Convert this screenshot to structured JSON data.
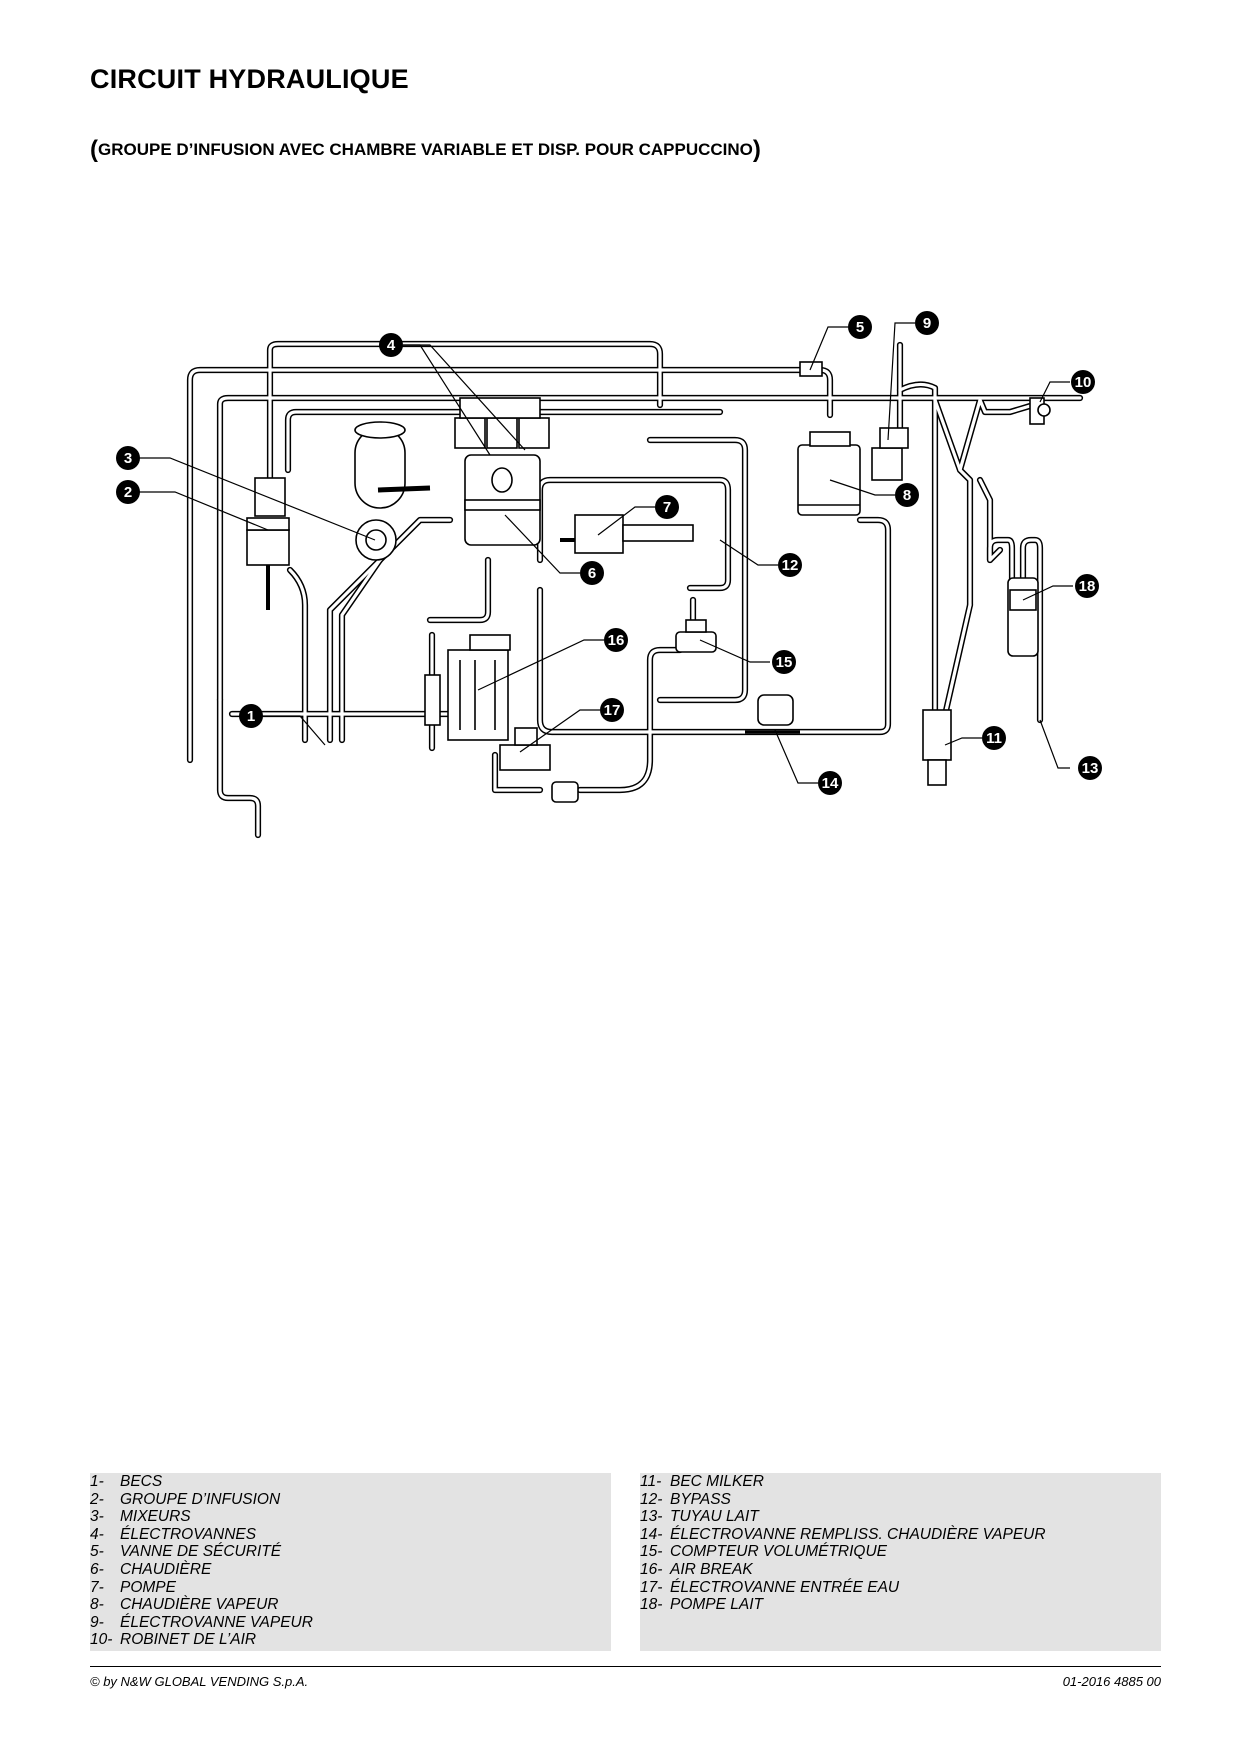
{
  "page": {
    "title": "CIRCUIT HYDRAULIQUE",
    "subtitle": {
      "open": "(",
      "text": "GROUPE D’INFUSION AVEC CHAMBRE VARIABLE ET DISP. POUR CAPPUCCINO",
      "close": ")"
    }
  },
  "diagram": {
    "line_color": "#000000",
    "callout_fill": "#000000",
    "callouts": [
      "1",
      "2",
      "3",
      "4",
      "5",
      "6",
      "7",
      "8",
      "9",
      "10",
      "11",
      "12",
      "13",
      "14",
      "15",
      "16",
      "17",
      "18"
    ]
  },
  "legend": {
    "background": "#e3e3e3",
    "left": [
      {
        "num": "1-",
        "label": "BECS"
      },
      {
        "num": "2-",
        "label": "GROUPE D’INFUSION"
      },
      {
        "num": "3-",
        "label": "MIXEURS"
      },
      {
        "num": "4-",
        "label": "ÉLECTROVANNES"
      },
      {
        "num": "5-",
        "label": "VANNE DE SÉCURITÉ"
      },
      {
        "num": "6-",
        "label": "CHAUDIÈRE"
      },
      {
        "num": "7-",
        "label": "POMPE"
      },
      {
        "num": "8-",
        "label": "CHAUDIÈRE VAPEUR"
      },
      {
        "num": "9-",
        "label": "ÉLECTROVANNE VAPEUR"
      },
      {
        "num": "10-",
        "label": "ROBINET DE L’AIR"
      }
    ],
    "right": [
      {
        "num": "11-",
        "label": "BEC MILKER"
      },
      {
        "num": "12-",
        "label": "BYPASS"
      },
      {
        "num": "13-",
        "label": "TUYAU LAIT"
      },
      {
        "num": "14-",
        "label": "ÉLECTROVANNE REMPLISS. CHAUDIÈRE VAPEUR"
      },
      {
        "num": "15-",
        "label": "COMPTEUR VOLUMÉTRIQUE"
      },
      {
        "num": "16-",
        "label": "AIR BREAK"
      },
      {
        "num": "17-",
        "label": "ÉLECTROVANNE ENTRÉE EAU"
      },
      {
        "num": "18-",
        "label": "POMPE LAIT"
      }
    ]
  },
  "footer": {
    "copyright": "© by N&W GLOBAL VENDING S.p.A.",
    "doc_code": "01-2016 4885 00"
  }
}
